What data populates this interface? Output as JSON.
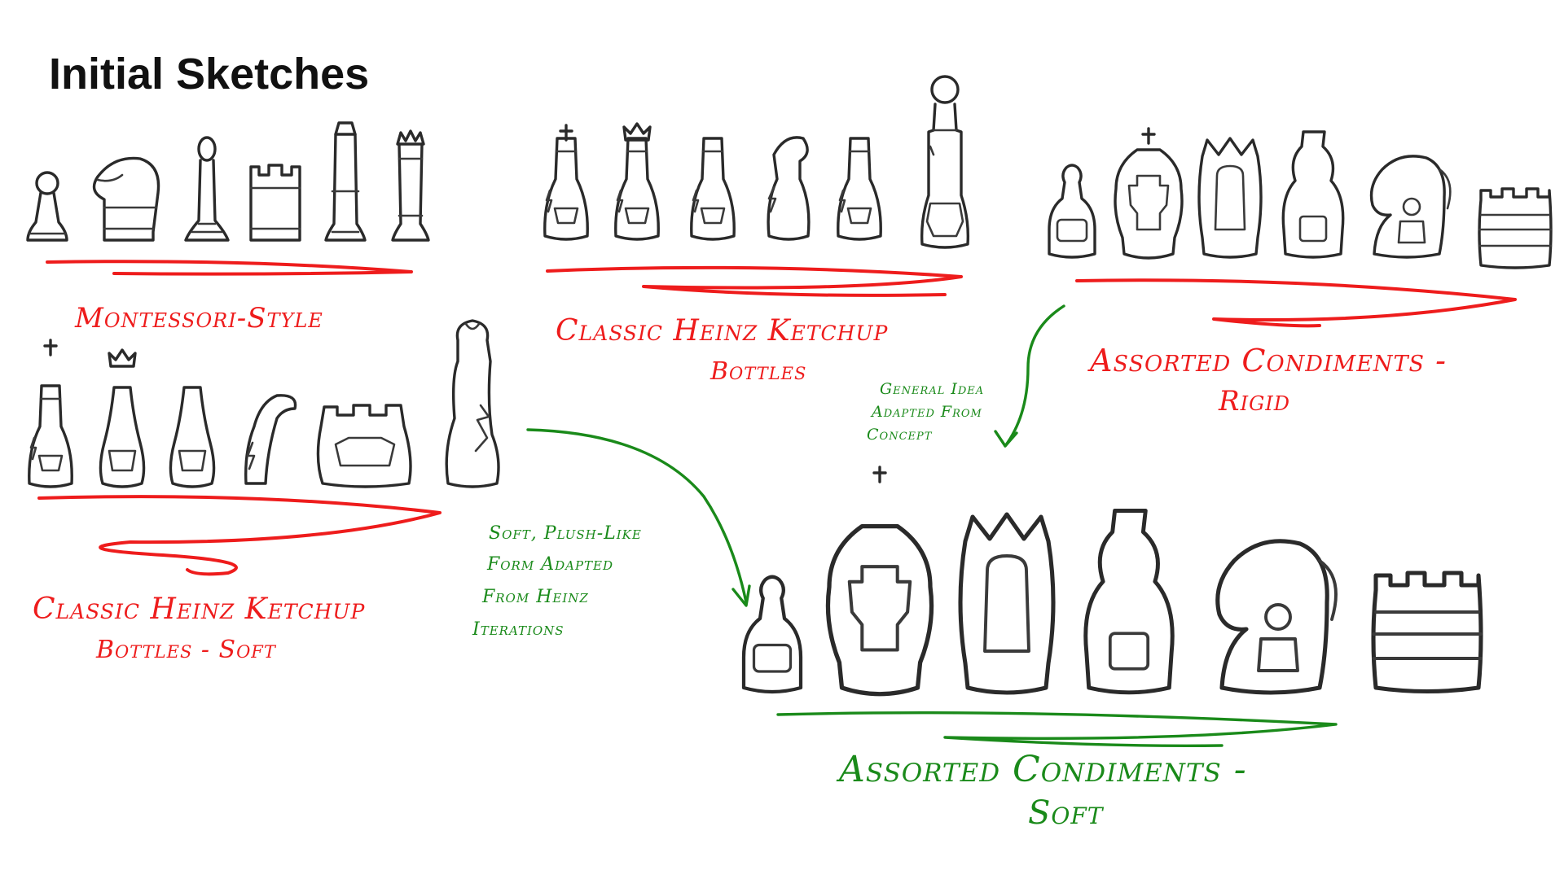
{
  "title": "Initial Sketches",
  "groups": {
    "montessori": {
      "label": "Montessori-Style"
    },
    "heinz_classic": {
      "label_line1": "Classic Heinz Ketchup",
      "label_line2": "Bottles"
    },
    "condiments_rigid": {
      "label_line1": "Assorted Condiments -",
      "label_line2": "Rigid"
    },
    "heinz_soft": {
      "label_line1": "Classic Heinz Ketchup",
      "label_line2": "Bottles - Soft"
    },
    "condiments_soft": {
      "label_line1": "Assorted Condiments -",
      "label_line2": "Soft"
    }
  },
  "annotations": {
    "general_idea": {
      "line1": "General Idea",
      "line2": "Adapted From",
      "line3": "Concept"
    },
    "soft_plush": {
      "line1": "Soft, Plush-Like",
      "line2": "Form Adapted",
      "line3": "From Heinz",
      "line4": "Iterations"
    }
  },
  "colors": {
    "red": "#ee1c1c",
    "green": "#1a8a1a",
    "sketch": "#2a2a2a"
  }
}
